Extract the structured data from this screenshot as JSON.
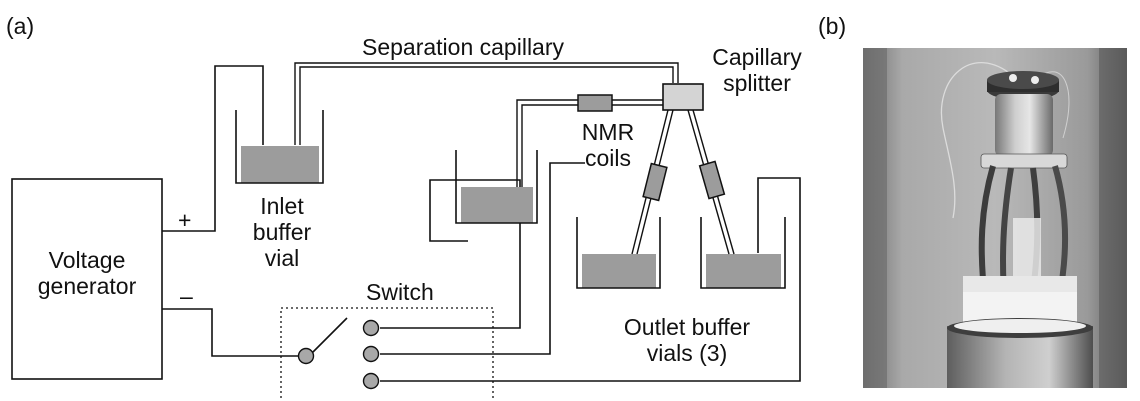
{
  "panel_a": {
    "label": "(a)",
    "voltage_generator": {
      "line1": "Voltage",
      "line2": "generator"
    },
    "plus_sign": "+",
    "minus_sign": "–",
    "separation_capillary": "Separation capillary",
    "capillary_splitter": {
      "line1": "Capillary",
      "line2": "splitter"
    },
    "nmr_coils": {
      "line1": "NMR",
      "line2": "coils"
    },
    "inlet_buffer_vial": {
      "line1": "Inlet",
      "line2": "buffer",
      "line3": "vial"
    },
    "switch": "Switch",
    "outlet_buffer_vials": {
      "line1": "Outlet buffer",
      "line2": "vials (3)"
    }
  },
  "panel_b": {
    "label": "(b)"
  },
  "colors": {
    "line": "#111111",
    "liquid_fill": "#9c9c9c",
    "splitter_fill": "#d4d4d4",
    "contact_fill": "#a8a8a8",
    "photo_background": "#8f8f8f"
  }
}
